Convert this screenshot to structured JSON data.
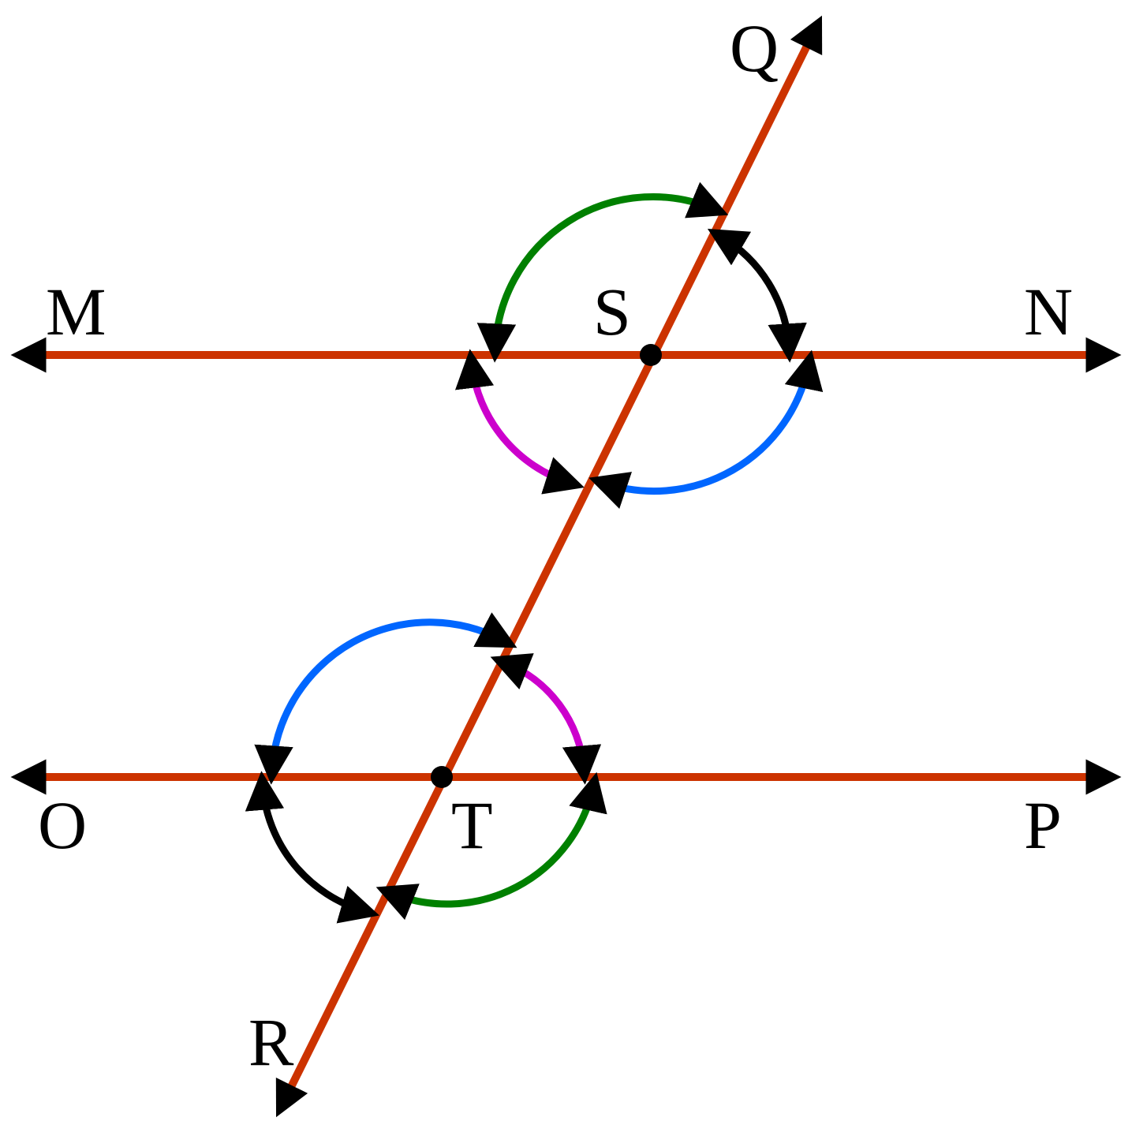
{
  "labels": {
    "M": "M",
    "N": "N",
    "O": "O",
    "P": "P",
    "Q": "Q",
    "R": "R",
    "S": "S",
    "T": "T"
  },
  "colors": {
    "line": "#cc3300",
    "green": "#008000",
    "black": "#000000",
    "blue": "#0066ff",
    "magenta": "#cc00cc"
  }
}
